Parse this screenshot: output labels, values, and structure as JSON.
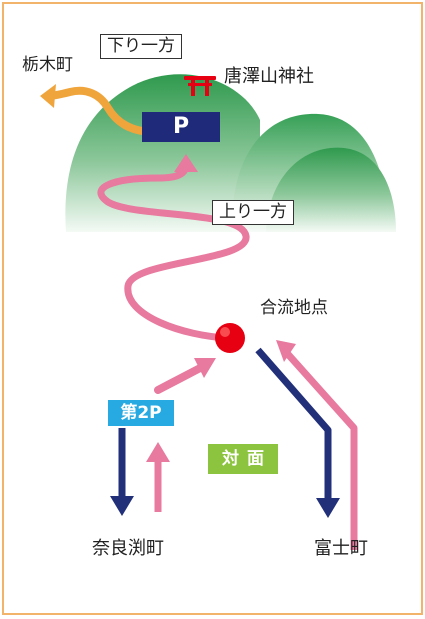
{
  "labels": {
    "tochigi": "栃木町",
    "down_direction": "下り一方",
    "shrine": "唐澤山神社",
    "up_direction": "上り一方",
    "confluence": "合流地点",
    "parking_main": "P",
    "parking_second": "第2P",
    "two_way": "対面",
    "narabuchi": "奈良渕町",
    "fuji": "富士町"
  },
  "colors": {
    "frame": "#f2b36a",
    "hill_dark": "#2f9a4e",
    "hill_light": "#e9f3ea",
    "uphill_route": "#e8799f",
    "downhill_route": "#f0a53c",
    "two_way_route": "#22307a",
    "parking_main_bg": "#1f2a7a",
    "parking_second_bg": "#27a9e1",
    "two_way_badge_bg": "#8cc43f",
    "confluence_point": "#e60012",
    "shrine_mark": "#e60012"
  },
  "icons": {
    "shrine": "torii-gate-icon",
    "parking": "parking-icon",
    "confluence": "junction-dot-icon"
  }
}
